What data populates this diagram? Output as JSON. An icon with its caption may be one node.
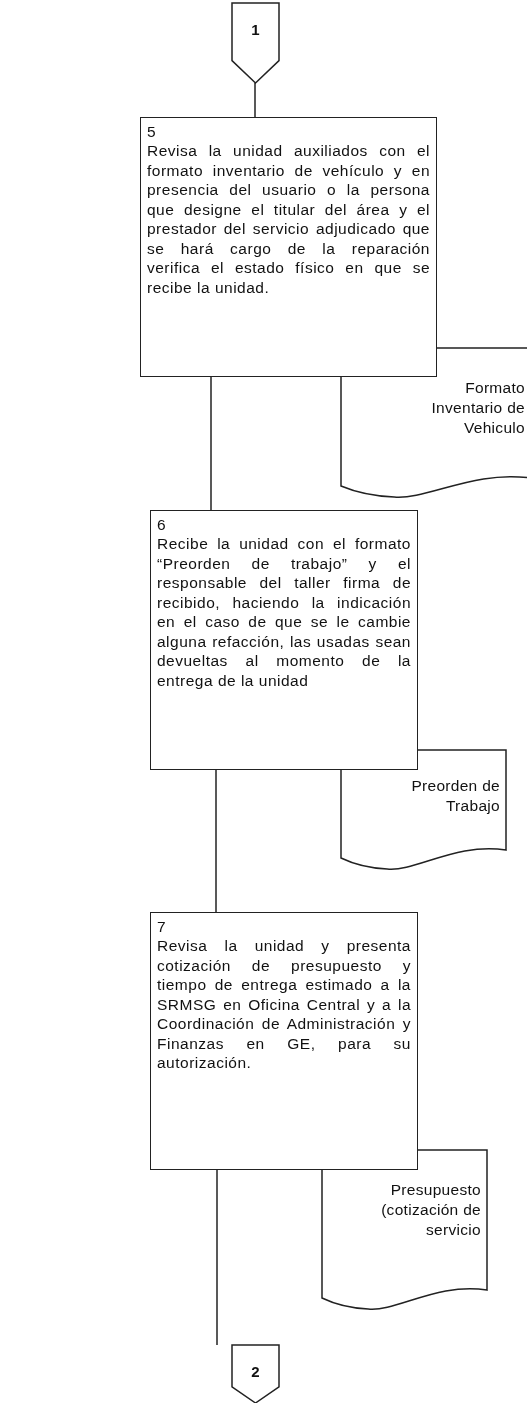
{
  "diagram": {
    "nodes": [
      {
        "text": [
          "1"
        ]
      },
      {
        "text": [
          "5",
          "Revisa la unidad auxiliados con el formato inventario de vehículo y en presencia del usuario o la persona que designe el titular del área y el prestador del servicio adjudicado que se hará cargo de la reparación verifica el estado físico en que se recibe la unidad."
        ]
      },
      {
        "text": [
          "Formato Inventario de Vehiculo"
        ]
      },
      {
        "text": [
          "6",
          "Recibe la unidad con el formato “Preorden de trabajo” y el responsable del taller firma de recibido, haciendo la indicación en el caso de que se le cambie alguna refacción, las usadas sean devueltas al momento de la entrega de la unidad"
        ]
      },
      {
        "text": [
          "Preorden de Trabajo"
        ]
      },
      {
        "text": [
          "7",
          "Revisa la unidad y presenta cotización de presupuesto y tiempo de entrega estimado a la SRMSG en Oficina Central y a la Coordinación de Administración y Finanzas en GE, para su autorización."
        ]
      },
      {
        "text": [
          "Presupuesto (cotización de servicio"
        ]
      },
      {
        "text": [
          "2"
        ]
      }
    ],
    "edges": [
      {
        "from": 0,
        "to": 1,
        "arrow": "none"
      },
      {
        "from": 1,
        "to": 3,
        "arrow": "none"
      },
      {
        "from": 3,
        "to": 5,
        "arrow": "none"
      },
      {
        "from": 5,
        "to": 7,
        "arrow": "none"
      }
    ]
  }
}
